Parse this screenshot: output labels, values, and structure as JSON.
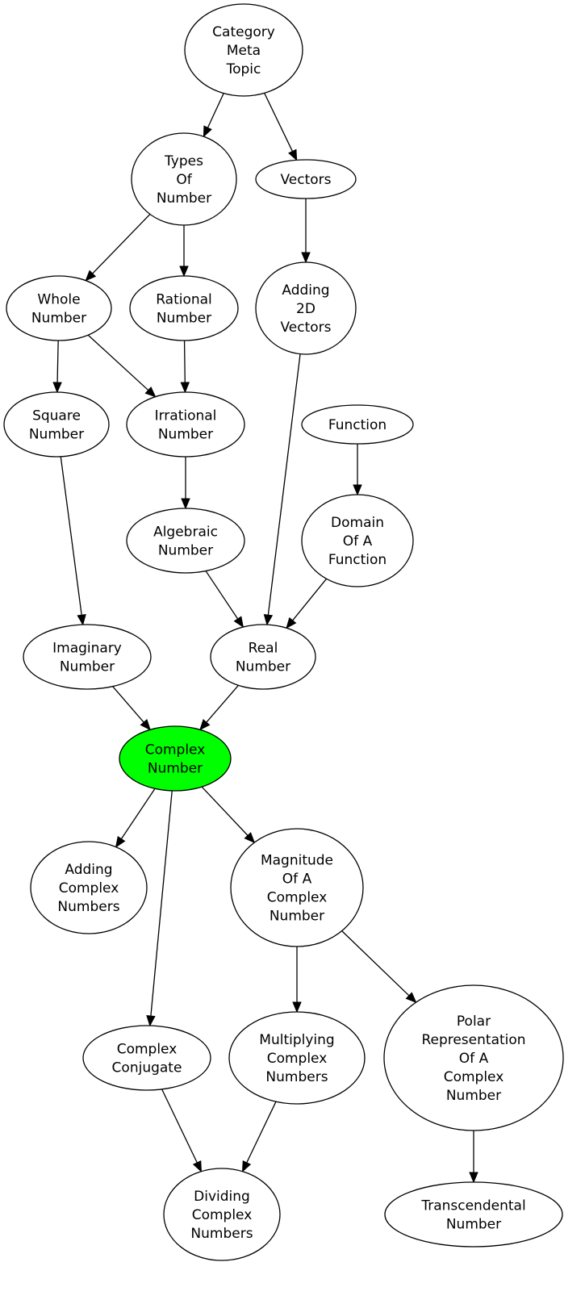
{
  "highlight_color": "#00ff00",
  "nodes": {
    "category_meta_topic": [
      "Category",
      "Meta",
      "Topic"
    ],
    "types_of_number": [
      "Types",
      "Of",
      "Number"
    ],
    "vectors": [
      "Vectors"
    ],
    "whole_number": [
      "Whole",
      "Number"
    ],
    "rational_number": [
      "Rational",
      "Number"
    ],
    "adding_2d_vectors": [
      "Adding",
      "2D",
      "Vectors"
    ],
    "square_number": [
      "Square",
      "Number"
    ],
    "irrational_number": [
      "Irrational",
      "Number"
    ],
    "function": [
      "Function"
    ],
    "algebraic_number": [
      "Algebraic",
      "Number"
    ],
    "domain_of_a_function": [
      "Domain",
      "Of A",
      "Function"
    ],
    "imaginary_number": [
      "Imaginary",
      "Number"
    ],
    "real_number": [
      "Real",
      "Number"
    ],
    "complex_number": [
      "Complex",
      "Number"
    ],
    "adding_complex_numbers": [
      "Adding",
      "Complex",
      "Numbers"
    ],
    "magnitude_of_a_complex_number": [
      "Magnitude",
      "Of A",
      "Complex",
      "Number"
    ],
    "complex_conjugate": [
      "Complex",
      "Conjugate"
    ],
    "multiplying_complex_numbers": [
      "Multiplying",
      "Complex",
      "Numbers"
    ],
    "polar_representation": [
      "Polar",
      "Representation",
      "Of A",
      "Complex",
      "Number"
    ],
    "dividing_complex_numbers": [
      "Dividing",
      "Complex",
      "Numbers"
    ],
    "transcendental_number": [
      "Transcendental",
      "Number"
    ]
  },
  "edges": [
    [
      "category_meta_topic",
      "types_of_number"
    ],
    [
      "category_meta_topic",
      "vectors"
    ],
    [
      "types_of_number",
      "whole_number"
    ],
    [
      "types_of_number",
      "rational_number"
    ],
    [
      "vectors",
      "adding_2d_vectors"
    ],
    [
      "whole_number",
      "square_number"
    ],
    [
      "whole_number",
      "irrational_number"
    ],
    [
      "rational_number",
      "irrational_number"
    ],
    [
      "irrational_number",
      "algebraic_number"
    ],
    [
      "function",
      "domain_of_a_function"
    ],
    [
      "square_number",
      "imaginary_number"
    ],
    [
      "algebraic_number",
      "real_number"
    ],
    [
      "adding_2d_vectors",
      "real_number"
    ],
    [
      "domain_of_a_function",
      "real_number"
    ],
    [
      "imaginary_number",
      "complex_number"
    ],
    [
      "real_number",
      "complex_number"
    ],
    [
      "complex_number",
      "adding_complex_numbers"
    ],
    [
      "complex_number",
      "magnitude_of_a_complex_number"
    ],
    [
      "complex_number",
      "complex_conjugate"
    ],
    [
      "magnitude_of_a_complex_number",
      "multiplying_complex_numbers"
    ],
    [
      "magnitude_of_a_complex_number",
      "polar_representation"
    ],
    [
      "complex_conjugate",
      "dividing_complex_numbers"
    ],
    [
      "multiplying_complex_numbers",
      "dividing_complex_numbers"
    ],
    [
      "polar_representation",
      "transcendental_number"
    ]
  ]
}
